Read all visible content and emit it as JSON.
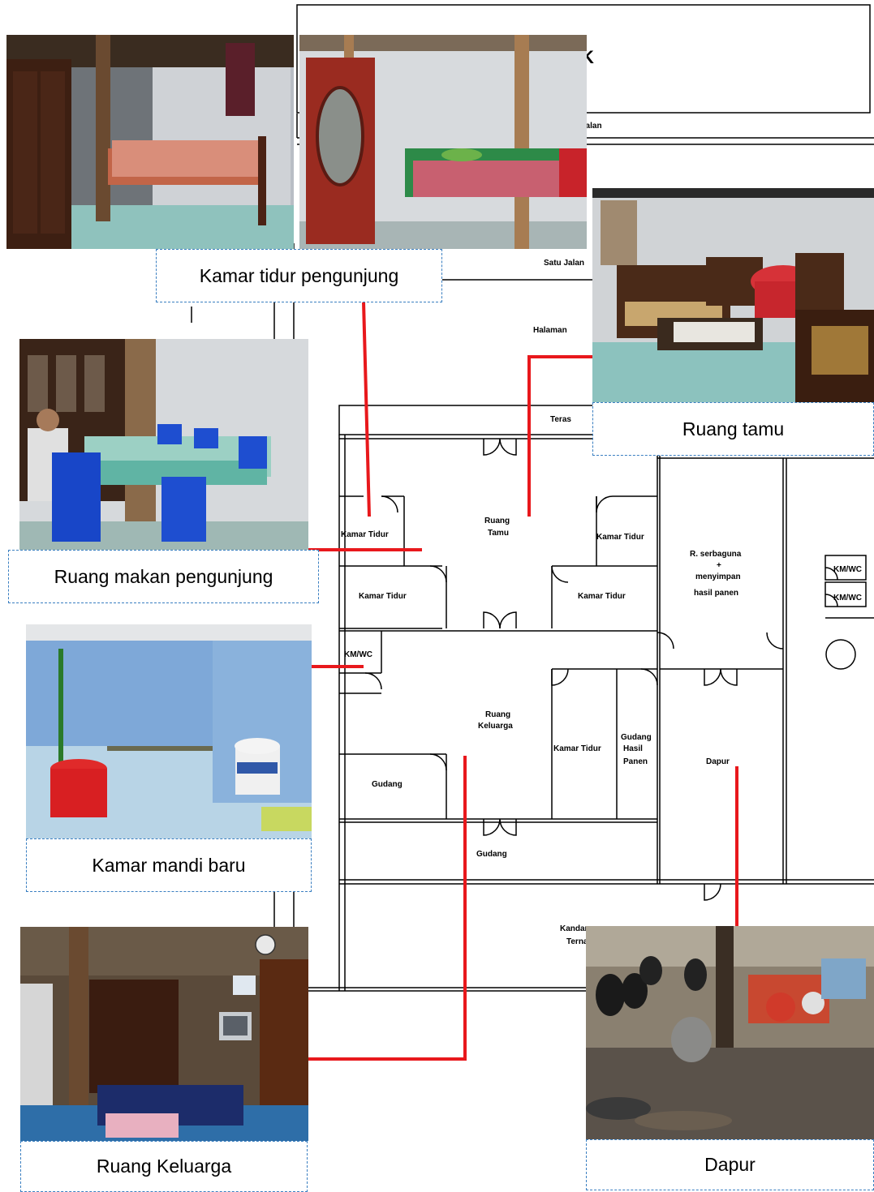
{
  "plan_labels": {
    "tulis_seal": "K",
    "jalan_top": "Jalan",
    "satu_jalan": "Satu Jalan",
    "halaman": "Halaman",
    "teras": "Teras",
    "ruang_tamu": [
      "Ruang",
      "Tamu"
    ],
    "kamar_tidur_1": "Kamar Tidur",
    "kamar_tidur_2": "Kamar Tidur",
    "kamar_tidur_3": "Kamar Tidur",
    "kamar_tidur_4": "Kamar Tidur",
    "kamar_tidur_5": "Kamar Tidur",
    "serbaguna": [
      "R. serbaguna",
      "+",
      "menyimpan",
      "hasil panen"
    ],
    "kmwc_1": "KM/WC",
    "kmwc_2": "KM/WC",
    "kmwc_3": "KM/WC",
    "ruang_keluarga": [
      "Ruang",
      "Keluarga"
    ],
    "gudang_hasil": [
      "Gudang",
      "Hasil",
      "Panen"
    ],
    "dapur": "Dapur",
    "gudang_1": "Gudang",
    "gudang_2": "Gudang",
    "kandang": [
      "Kandang",
      "Ternak"
    ]
  },
  "captions": {
    "kamar_tidur_pengunjung": "Kamar tidur pengunjung",
    "ruang_tamu": "Ruang tamu",
    "ruang_makan_pengunjung": "Ruang makan pengunjung",
    "kamar_mandi_baru": "Kamar mandi baru",
    "ruang_keluarga": "Ruang Keluarga",
    "dapur": "Dapur"
  },
  "colors": {
    "leader": "#e8181c",
    "caption_border": "#3a7fc1"
  }
}
